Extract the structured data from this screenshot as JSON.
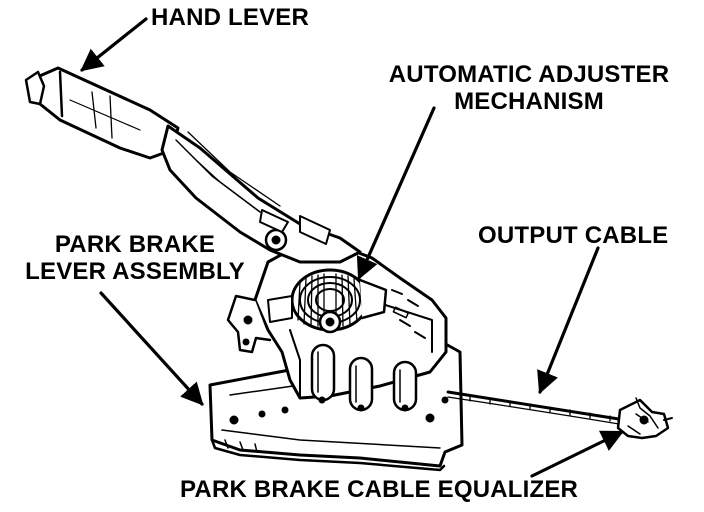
{
  "diagram": {
    "labels": {
      "hand_lever": "HAND LEVER",
      "automatic_adjuster_line1": "AUTOMATIC ADJUSTER",
      "automatic_adjuster_line2": "MECHANISM",
      "output_cable": "OUTPUT CABLE",
      "park_brake_lever_assembly_line1": "PARK BRAKE",
      "park_brake_lever_assembly_line2": "LEVER ASSEMBLY",
      "park_brake_cable_equalizer": "PARK BRAKE CABLE EQUALIZER"
    },
    "colors": {
      "ink": "#000000",
      "paper": "#ffffff"
    }
  }
}
